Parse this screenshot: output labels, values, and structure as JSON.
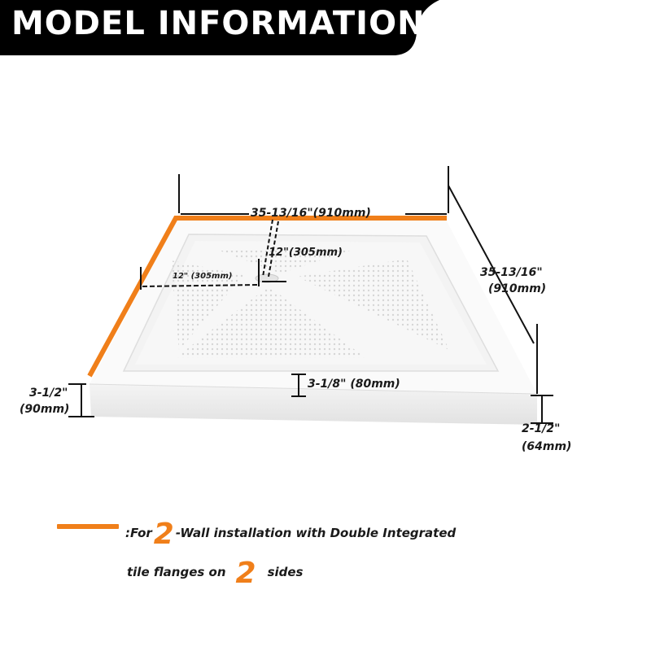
{
  "header": {
    "title": "MODEL INFORMATION"
  },
  "dimensions": {
    "width_top": "35-13/16\"(910mm)",
    "depth_right_line1": "35-13/16\"",
    "depth_right_line2": "(910mm)",
    "drain_depth": "12\"(305mm)",
    "drain_side": "12\" (305mm)",
    "inner_depth": "3-1/8\"  (80mm)",
    "left_height_line1": "3-1/2\"",
    "left_height_line2": "(90mm)",
    "right_height_line1": "2-1/2\"",
    "right_height_line2": "(64mm)"
  },
  "legend": {
    "prefix": ":For",
    "num_walls": "2",
    "line1_rest": "-Wall installation with Double Integrated",
    "line2_start": "tile flanges on",
    "num_sides": "2",
    "line2_end": "sides"
  },
  "colors": {
    "accent": "#f07f1a",
    "header_bg": "#000000"
  }
}
